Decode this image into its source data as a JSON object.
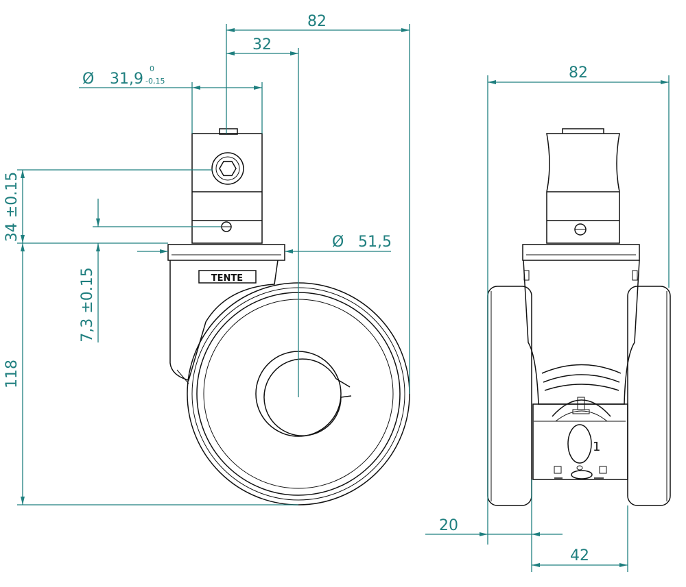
{
  "side_view": {
    "overall_width": "82",
    "offset": "32",
    "stem_diameter_symbol": "Ø",
    "stem_diameter": "31,9",
    "stem_tol_upper": "0",
    "stem_tol_lower": "-0,15",
    "flange_diameter_symbol": "Ø",
    "flange_diameter": "51,5",
    "bolt_height": "34 ±0.15",
    "screw_height": "7,3 ±0.15",
    "total_height": "118",
    "brand_label": "TENTE"
  },
  "front_view": {
    "overall_width": "82",
    "wheel_width": "20",
    "inner_width": "42",
    "marker": "1"
  },
  "colors": {
    "dimension": "#1f7f7f",
    "outline": "#111111"
  }
}
